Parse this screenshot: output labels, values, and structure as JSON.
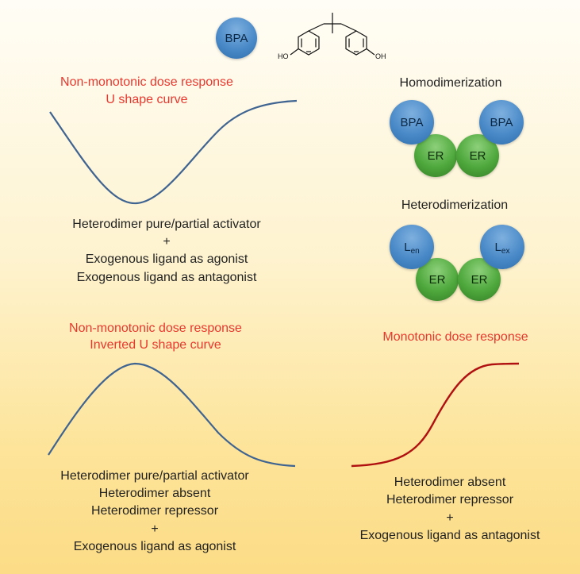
{
  "bpa_label": "BPA",
  "molecule": {
    "oh_left": "HO",
    "oh_right": "OH"
  },
  "upper_left": {
    "title_line1": "Non-monotonic dose response",
    "title_line2": "U shape curve",
    "lines": [
      "Heterodimer pure/partial activator",
      "+",
      "Exogenous ligand as agonist",
      "Exogenous ligand as antagonist"
    ]
  },
  "homodimerization": {
    "title": "Homodimerization",
    "ligand_left": "BPA",
    "ligand_right": "BPA",
    "receptor_left": "ER",
    "receptor_right": "ER"
  },
  "heterodimerization": {
    "title": "Heterodimerization",
    "ligand_left_main": "L",
    "ligand_left_sub": "en",
    "ligand_right_main": "L",
    "ligand_right_sub": "ex",
    "receptor_left": "ER",
    "receptor_right": "ER"
  },
  "lower_left": {
    "title_line1": "Non-monotonic dose response",
    "title_line2": "Inverted U shape curve",
    "lines": [
      "Heterodimer pure/partial activator",
      "Heterodimer absent",
      "Heterodimer repressor",
      "+",
      "Exogenous ligand as agonist"
    ]
  },
  "lower_right": {
    "title": "Monotonic dose response",
    "lines": [
      "Heterodimer absent",
      "Heterodimer repressor",
      "+",
      "Exogenous ligand as antagonist"
    ]
  },
  "colors": {
    "curve_blue": "#3f6491",
    "curve_red": "#b01010",
    "title_red": "#e8382e"
  }
}
